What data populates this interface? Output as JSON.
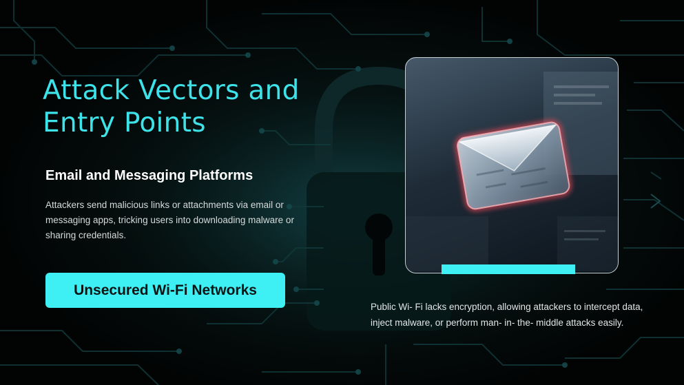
{
  "slide": {
    "title": "Attack Vectors and Entry Points",
    "section": {
      "heading": "Email and Messaging Platforms",
      "description": "Attackers send malicious links or attachments via email or messaging apps, tricking users into downloading malware or sharing credentials."
    },
    "highlight": {
      "label": "Unsecured Wi-Fi Networks",
      "description": "Public Wi- Fi lacks encryption, allowing attackers to intercept data, inject malware, or perform man- in- the- middle attacks easily."
    },
    "image": {
      "icon": "envelope-icon"
    },
    "colors": {
      "accent": "#3ef0f4",
      "title": "#3ee3ea",
      "background": "#030607",
      "text": "#ffffff"
    }
  }
}
